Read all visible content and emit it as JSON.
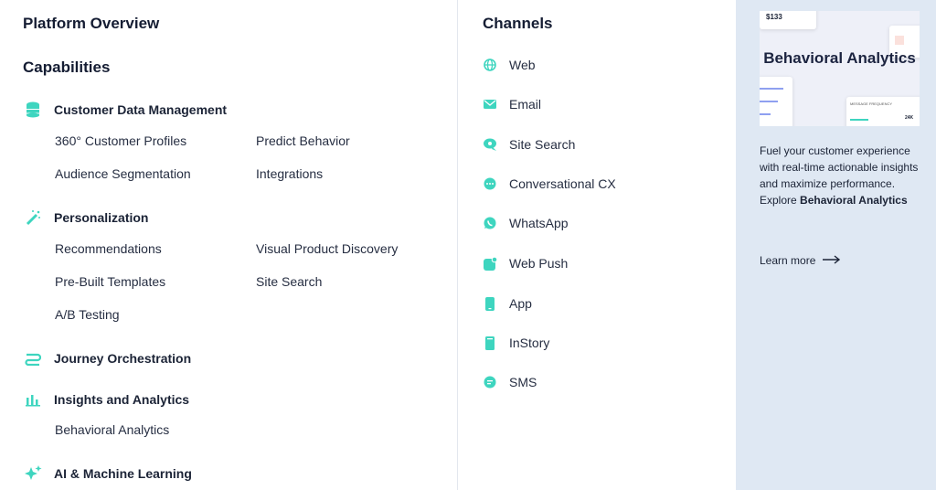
{
  "left": {
    "title": "Platform Overview",
    "subtitle": "Capabilities",
    "sections": [
      {
        "label": "Customer Data Management",
        "icon": "database-icon",
        "items": [
          "360° Customer Profiles",
          "Predict Behavior",
          "Audience Segmentation",
          "Integrations"
        ]
      },
      {
        "label": "Personalization",
        "icon": "magic-wand-icon",
        "items": [
          "Recommendations",
          "Visual Product Discovery",
          "Pre-Built Templates",
          "Site Search",
          "A/B Testing"
        ]
      },
      {
        "label": "Journey Orchestration",
        "icon": "journey-icon",
        "items": []
      },
      {
        "label": "Insights and Analytics",
        "icon": "bar-chart-icon",
        "items": [
          "Behavioral Analytics"
        ]
      },
      {
        "label": "AI & Machine Learning",
        "icon": "sparkles-icon",
        "items": []
      }
    ]
  },
  "channels": {
    "title": "Channels",
    "items": [
      "Web",
      "Email",
      "Site Search",
      "Conversational CX",
      "WhatsApp",
      "Web Push",
      "App",
      "InStory",
      "SMS"
    ]
  },
  "promo": {
    "image_title": "Behavioral Analytics",
    "image_value": "$133",
    "image_label": "MESSAGE FREQUENCY",
    "image_count": "24K",
    "desc": "Fuel your customer experience with real-time actionable insights and maximize performance. Explore",
    "desc_bold": "Behavioral Analytics",
    "learn_more": "Learn more"
  },
  "colors": {
    "accent": "#3ed5bf",
    "text": "#1b2336",
    "panel": "#dfe8f3"
  }
}
